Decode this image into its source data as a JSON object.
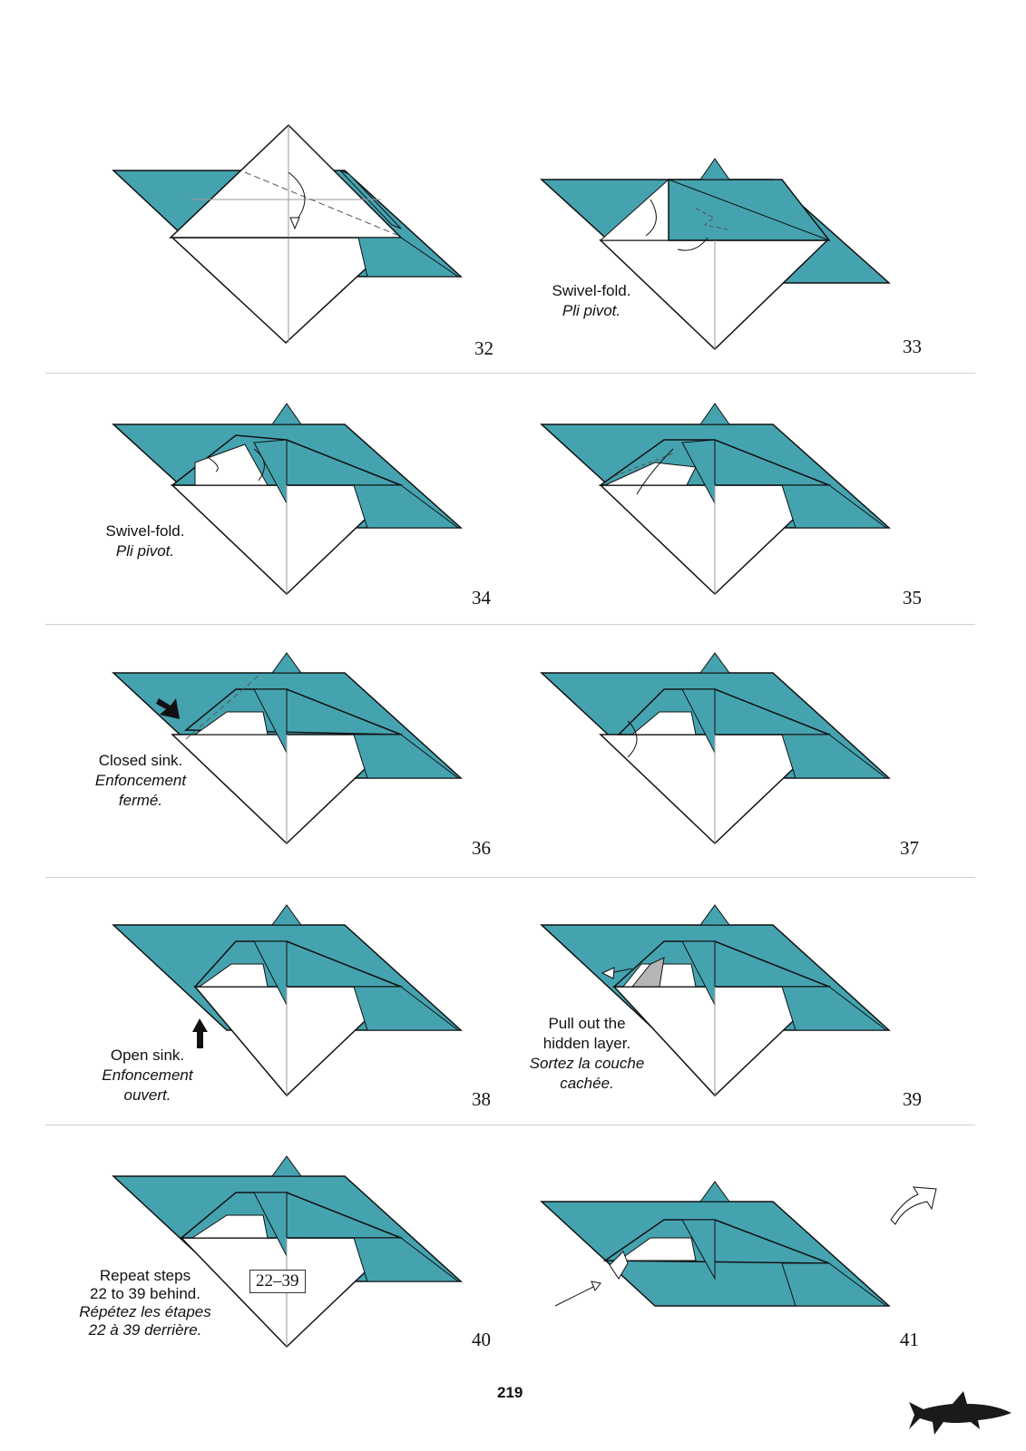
{
  "colors": {
    "paper_teal": "#45a3b0",
    "paper_white": "#ffffff",
    "line": "#111111",
    "crease": "#9a9a9a"
  },
  "page_number": "219",
  "steps": [
    {
      "number": "32"
    },
    {
      "number": "33",
      "caption_en": "Swivel-fold.",
      "caption_fr": "Pli pivot."
    },
    {
      "number": "34",
      "caption_en": "Swivel-fold.",
      "caption_fr": "Pli pivot."
    },
    {
      "number": "35"
    },
    {
      "number": "36",
      "caption_en": "Closed sink.",
      "caption_fr_1": "Enfoncement",
      "caption_fr_2": "fermé."
    },
    {
      "number": "37"
    },
    {
      "number": "38",
      "caption_en": "Open sink.",
      "caption_fr_1": "Enfoncement",
      "caption_fr_2": "ouvert."
    },
    {
      "number": "39",
      "caption_en_1": "Pull out the",
      "caption_en_2": "hidden layer.",
      "caption_fr_1": "Sortez la couche",
      "caption_fr_2": "cachée."
    },
    {
      "number": "40",
      "caption_en_1": "Repeat steps",
      "caption_en_2": "22 to 39 behind.",
      "caption_fr_1": "Répétez les étapes",
      "caption_fr_2": "22 à 39 derrière.",
      "repeat_label": "22–39"
    },
    {
      "number": "41"
    }
  ],
  "icons": [
    "valley-fold-arrow",
    "push-arrow",
    "turn-over-arrow",
    "shark-silhouette"
  ]
}
